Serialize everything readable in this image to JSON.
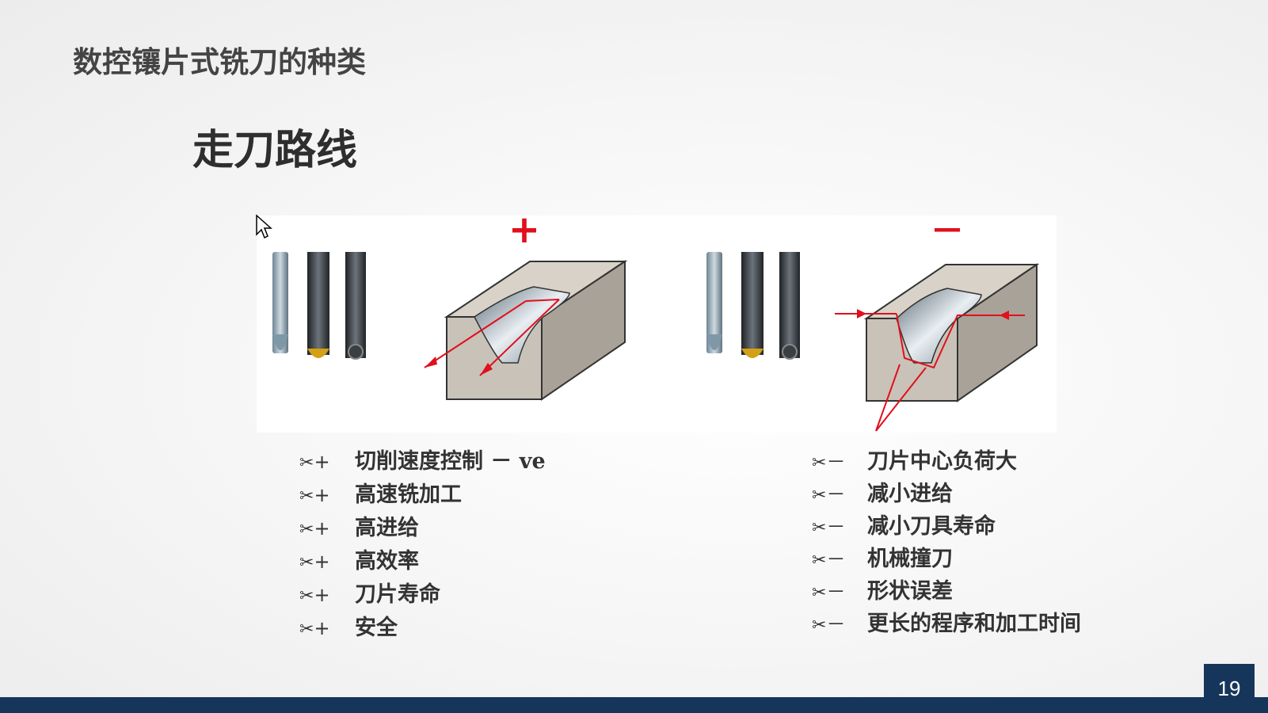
{
  "header": {
    "title": "数控镶片式铣刀的种类"
  },
  "slide": {
    "title": "走刀路线"
  },
  "illustration": {
    "plus_sign": "+",
    "minus_sign": "—",
    "colors": {
      "arrow": "#e0101c",
      "block": "#c9c2b8",
      "tool_dark": "#2e3338",
      "tool_light": "#8ea6b5",
      "insert": "#d4a017"
    }
  },
  "left_list": {
    "bullet": "+",
    "bullet_icon": "scissors-icon",
    "items": [
      "切削速度控制 － ve",
      "高速铣加工",
      "高进给",
      "高效率",
      "刀片寿命",
      "安全"
    ]
  },
  "right_list": {
    "bullet": "－",
    "bullet_icon": "scissors-icon",
    "items": [
      "刀片中心负荷大",
      "减小进给",
      "减小刀具寿命",
      "机械撞刀",
      "形状误差",
      "更长的程序和加工时间"
    ]
  },
  "footer": {
    "page_number": "19",
    "bar_color": "#16355a"
  }
}
